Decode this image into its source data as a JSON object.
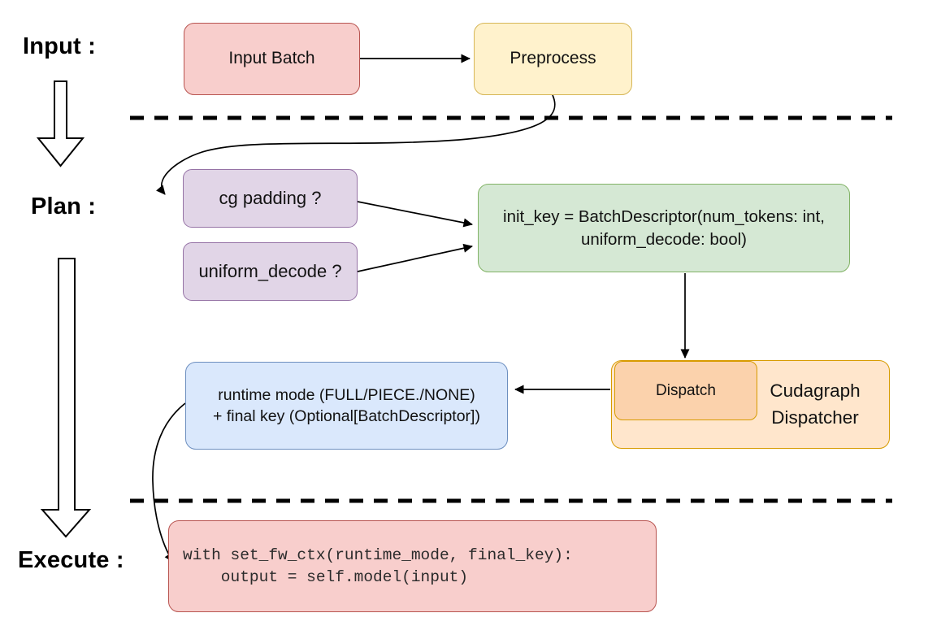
{
  "labels": {
    "input": "Input :",
    "plan": "Plan :",
    "execute": "Execute :"
  },
  "boxes": {
    "input_batch": {
      "text": "Input Batch"
    },
    "preprocess": {
      "text": "Preprocess"
    },
    "cg_padding": {
      "text": "cg padding ?"
    },
    "uniform_decode": {
      "text": "uniform_decode ?"
    },
    "init_key": {
      "line1": "init_key = BatchDescriptor(num_tokens: int,",
      "line2": "uniform_decode: bool)"
    },
    "dispatch": {
      "text": "Dispatch"
    },
    "cudagraph_dispatcher": {
      "text": "Cudagraph Dispatcher"
    },
    "runtime_result": {
      "line1": "runtime mode (FULL/PIECE./NONE)",
      "line2": "+ final key (Optional[BatchDescriptor])"
    },
    "execute_code": {
      "line1": "with set_fw_ctx(runtime_mode, final_key):",
      "line2": "    output = self.model(input)"
    }
  },
  "colors": {
    "red_fill": "#F8CECC",
    "red_stroke": "#B85450",
    "yellow_fill": "#FFF2CC",
    "yellow_stroke": "#D6B656",
    "purple_fill": "#E1D5E7",
    "purple_stroke": "#9673A6",
    "green_fill": "#D5E8D4",
    "green_stroke": "#82B366",
    "blue_fill": "#DAE8FC",
    "blue_stroke": "#6C8EBF",
    "orange_fill": "#FFE6CC",
    "orange_inner_fill": "#FBD2AC",
    "orange_stroke": "#D79B00",
    "line": "#000000",
    "background": "#FFFFFF"
  }
}
